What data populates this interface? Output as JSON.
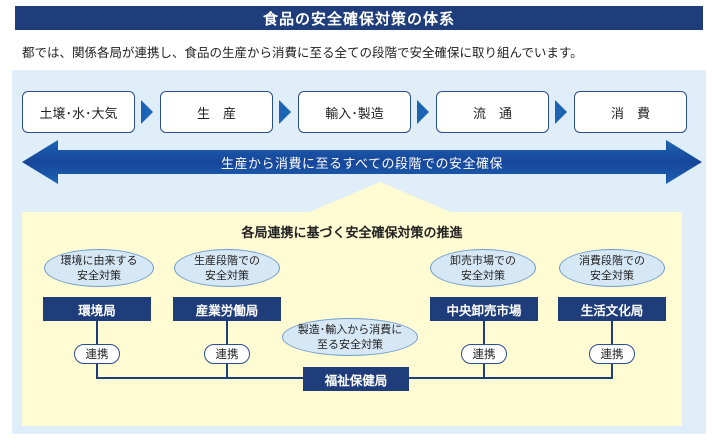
{
  "title": "食品の安全確保対策の体系",
  "intro": "都では、関係各局が連携し、食品の生産から消費に至る全ての段階で安全確保に取り組んでいます。",
  "stages": [
    "土壌･水･大気",
    "生　産",
    "輸入･製造",
    "流　通",
    "消　費"
  ],
  "main_arrow_label": "生産から消費に至るすべての段階での安全確保",
  "section_title": "各局連携に基づく安全確保対策の推進",
  "measures": [
    {
      "lines": [
        "環境に由来する",
        "安全対策"
      ]
    },
    {
      "lines": [
        "生産段階での",
        "安全対策"
      ]
    },
    {
      "lines": [
        "卸売市場での",
        "安全対策"
      ]
    },
    {
      "lines": [
        "消費段階での",
        "安全対策"
      ]
    }
  ],
  "center_measure": {
    "lines": [
      "製造･輸入から消費に",
      "至る安全対策"
    ]
  },
  "bureaus": [
    "環境局",
    "産業労働局",
    "中央卸売市場",
    "生活文化局"
  ],
  "link_label": "連携",
  "hub": "福祉保健局",
  "colors": {
    "navy": "#1f3d7a",
    "arrow_blue": "#1c63b3",
    "panel_blue": "#dfeef9",
    "panel_yellow": "#fffbd2",
    "oval_fill": "#d6e7f6"
  }
}
